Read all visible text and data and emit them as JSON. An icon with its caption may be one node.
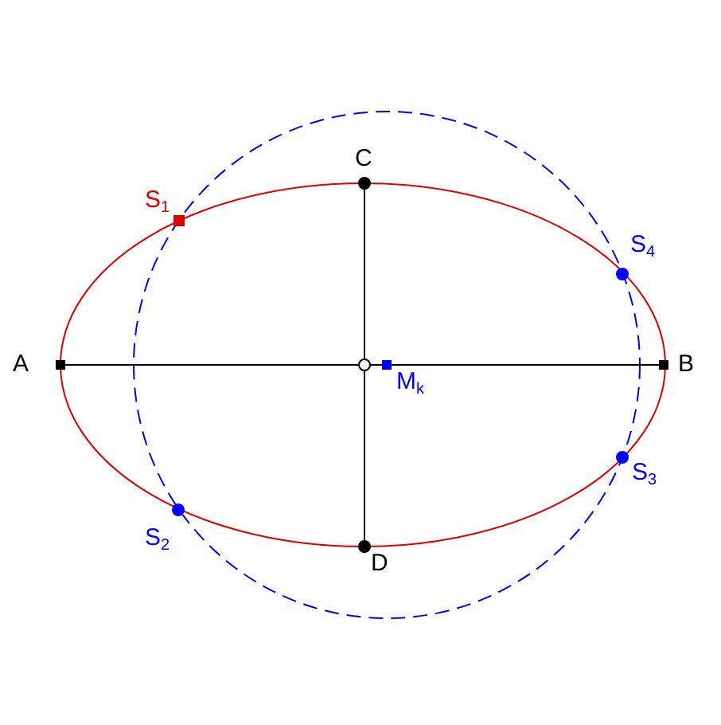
{
  "diagram": {
    "nodes": [
      {
        "text": [
          "A"
        ]
      },
      {
        "text": [
          "B"
        ]
      },
      {
        "text": [
          "C"
        ]
      },
      {
        "text": [
          "D"
        ]
      },
      {
        "text": [
          "S$_{1}$"
        ]
      },
      {
        "text": [
          "S$_{2}$"
        ]
      },
      {
        "text": [
          "S$_{3}$"
        ]
      },
      {
        "text": [
          "S$_{4}$"
        ]
      },
      {
        "text": [
          "M$_{k}$"
        ]
      },
      {
        "text": [],
        "shape": "circle"
      }
    ],
    "edges": [
      {
        "from": 0,
        "to": 1,
        "arrow": "none"
      },
      {
        "from": 2,
        "to": 3,
        "arrow": "none"
      }
    ]
  }
}
